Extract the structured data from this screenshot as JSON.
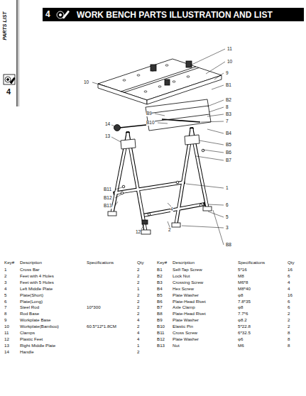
{
  "diagram": {
    "title": "WORK BENCH PARTS ILLUSTRATION AND LIST",
    "labels": [
      "PARTS LIST",
      "4",
      "4",
      "11",
      "10",
      "9",
      "B1",
      "10",
      "B2",
      "8",
      "B3",
      "7",
      "B9",
      "B10",
      "14",
      "B4",
      "13",
      "B5",
      "B6",
      "B7",
      "1",
      "B11",
      "B12",
      "B13",
      "4",
      "6",
      "5",
      "3",
      "2",
      "12",
      "B8",
      "Key#",
      "Description",
      "Specifications",
      "Qty",
      "1",
      "Cross Bar",
      "2",
      "2",
      "Feet with 4 Holes",
      "2",
      "3",
      "Feet with 5 Holes",
      "2",
      "4",
      "Left Middle Plate",
      "1",
      "5",
      "Plate(Short)",
      "2",
      "6",
      "Plate(Long)",
      "2",
      "7",
      "Steel Rod",
      "10*300",
      "2",
      "8",
      "Rod Base",
      "2",
      "9",
      "Workplate Base",
      "4",
      "10",
      "Workplate(Bamboo)",
      "60.5*12*1.8CM",
      "2",
      "11",
      "Clamps",
      "4",
      "12",
      "Plastic Feet",
      "4",
      "13",
      "Right Middle Plate",
      "1",
      "14",
      "Handle",
      "2",
      "Key#",
      "Description",
      "Specifications",
      "Qty",
      "B1",
      "Self-Tap Screw",
      "5*16",
      "16",
      "B2",
      "Lock Nut",
      "M8",
      "6",
      "B3",
      "Crossing Screw",
      "M6*8",
      "4",
      "B4",
      "Hex Screw",
      "M8*40",
      "4",
      "B5",
      "Plate Washer",
      "φ8",
      "16",
      "B6",
      "Plate-Head Rivet",
      "7.8*35",
      "6",
      "B7",
      "Axle Clamp",
      "φ8",
      "6",
      "B8",
      "Plate-Head Rivet",
      "7.7*6",
      "2",
      "B9",
      "Plate Washer",
      "φ8.2",
      "2",
      "B10",
      "Elastic Pin",
      "5*22.8",
      "2",
      "B11",
      "Cross Screw",
      "6*32.5",
      "8",
      "B12",
      "Plate Washer",
      "φ6",
      "8",
      "B13",
      "Nut",
      "M6",
      "8"
    ]
  }
}
